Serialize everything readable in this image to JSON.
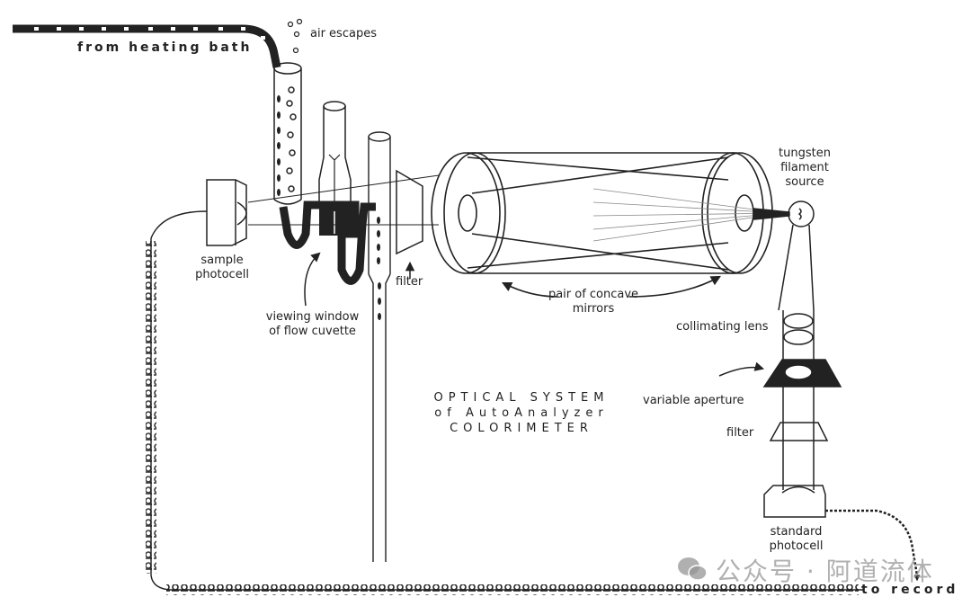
{
  "diagram": {
    "title_lines": [
      "OPTICAL SYSTEM",
      "of AutoAnalyzer",
      "COLORIMETER"
    ],
    "labels": {
      "from_heating_bath": "from heating bath",
      "air_escapes": "air escapes",
      "sample_photocell": [
        "sample",
        "photocell"
      ],
      "viewing_window": [
        "viewing window",
        "of flow cuvette"
      ],
      "filter_left": "filter",
      "pair_of_mirrors": [
        "pair of concave",
        "mirrors"
      ],
      "tungsten_source": [
        "tungsten",
        "filament",
        "source"
      ],
      "collimating_lens": "collimating lens",
      "variable_aperture": "variable aperture",
      "filter_right": "filter",
      "standard_photocell": [
        "standard",
        "photocell"
      ],
      "to_record": "to record"
    },
    "components": [
      "heating-bath-tube",
      "debubbler-tube",
      "flow-cuvette",
      "sample-photocell",
      "filter",
      "concave-mirror-left",
      "concave-mirror-right",
      "tungsten-lamp",
      "collimating-lens",
      "variable-aperture",
      "filter-lower",
      "standard-photocell",
      "coiled-cable-sample",
      "coiled-cable-standard",
      "waste-tube"
    ]
  },
  "watermark": {
    "text": "公众号 · 阿道流体",
    "icon": "wechat-icon"
  }
}
